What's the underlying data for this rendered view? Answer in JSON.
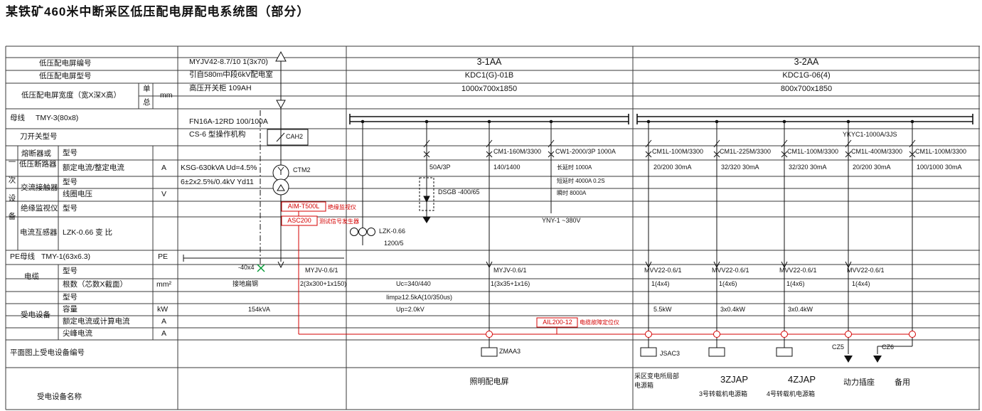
{
  "title": "某铁矿460米中断采区低压配电屏配电系统图（部分）",
  "colors": {
    "accent_red": "#d40000",
    "accent_green": "#009933",
    "line": "#111111"
  },
  "left": {
    "panel_no": "低压配电屏编号",
    "panel_model": "低压配电屏型号",
    "panel_size": "低压配电屏宽度（宽X深X高）",
    "single": "单",
    "total": "总",
    "mm": "mm",
    "busbar": "母线",
    "busbar_spec": "TMY-3(80x8)",
    "knife": "刀开关型号",
    "primary": "一次设备",
    "fuse1": "熔断器或",
    "fuse2": "低压断路器",
    "model": "型号",
    "rated": "额定电流/整定电流",
    "a": "A",
    "contactor": "交流接触器",
    "coil": "线圈电压",
    "v": "V",
    "ins_monitor": "绝缘监视仪",
    "ct": "电流互感器",
    "ct_spec": "LZK-0.66 变 比",
    "pe_busbar": "PE母线",
    "pe_spec": "TMY-1(63x6.3)",
    "pe": "PE",
    "cable": "电缆",
    "count": "根数（芯数X截面）",
    "mm2": "mm²",
    "load": "受电设备",
    "capacity": "容量",
    "kw": "kW",
    "calc": "额定电流或计算电流",
    "peak": "尖峰电流",
    "plan_no": "平面图上受电设备编号",
    "load_name": "受电设备名称"
  },
  "incoming": {
    "cable_spec": "MYJV42-8.7/10  1(3x70)",
    "source": "引自580m中段6kV配电室",
    "hv_cabinet": "高压开关柜  109AH",
    "switch": "FN16A-12RD  100/100A",
    "mechanism": "CS-6 型操作机构",
    "cah2": "CAH2",
    "transformer": "KSG-630kVA  Ud=4.5%",
    "ctm2": "CTM2",
    "ratio": "6±2x2.5%/0.4kV  Yd11",
    "ground_steel": "-40x4",
    "ground_label": "接地扁钢",
    "lv_cable": "MYJV-0.6/1",
    "lv_count": "2(3x300+1x150)",
    "capacity": "154kVA"
  },
  "red": {
    "aim": "AIM-T500L",
    "aim_desc": "绝缘监视仪",
    "asc": "ASC200",
    "asc_desc": "测试信号发生器",
    "ail": "AIL200-12",
    "ail_desc": "电缆故障定位仪"
  },
  "s1": {
    "name": "3-1AA",
    "model": "KDC1(G)-01B",
    "size": "1000x700x1850",
    "ct_model": "LZK-0.66",
    "ct_ratio": "1200/5",
    "spd": {
      "breaker": "50A/3P",
      "model": "DSGB -400/65",
      "uc": "Uc=340/440",
      "iimp": "Iimp≥12.5kA(10/350us)",
      "up": "Up=2.0kV"
    },
    "lighting": {
      "breaker": "CM1-160M/3300",
      "current": "140/1400",
      "cable": "MYJV-0.6/1",
      "count": "1(3x35+1x16)",
      "box": "ZMAA3",
      "name": "照明配电屏"
    },
    "main": {
      "breaker": "CW1-2000/3P  1000A",
      "long_delay": "长延时 1000A",
      "short_delay": "短延时 4000A 0.2S",
      "instant": "瞬时 8000A",
      "aux": "YNY-1 ~380V"
    }
  },
  "s2": {
    "name": "3-2AA",
    "model": "KDC1G-06(4)",
    "size": "800x700x1850",
    "knife": "YKYC1-1000A/3JS",
    "feeders": [
      {
        "breaker": "CM1L-100M/3300",
        "current": "20/200  30mA",
        "cable": "MVV22-0.6/1",
        "count": "1(4x4)",
        "power": "5.5kW",
        "box": "JSAC3"
      },
      {
        "breaker": "CM1L-225M/3300",
        "current": "32/320  30mA",
        "cable": "MVV22-0.6/1",
        "count": "1(4x6)",
        "power": "3x0.4kW"
      },
      {
        "breaker": "CM1L-100M/3300",
        "current": "32/320  30mA",
        "cable": "MVV22-0.6/1",
        "count": "1(4x6)",
        "power": "3x0.4kW"
      },
      {
        "breaker": "CM1L-400M/3300",
        "current": "20/200  30mA",
        "cable": "MVV22-0.6/1",
        "count": "1(4x4)",
        "box": "CZ5"
      },
      {
        "breaker": "CM1L-100M/3300",
        "current": "100/1000  30mA",
        "box": "CZ6"
      }
    ],
    "names": {
      "local1": "采区变电所局部",
      "local2": "电源箱",
      "zj3": "3ZJAP",
      "zj3_sub": "3号转载机电源箱",
      "zj4": "4ZJAP",
      "zj4_sub": "4号转载机电源箱",
      "socket": "动力插座",
      "spare": "备用"
    }
  }
}
